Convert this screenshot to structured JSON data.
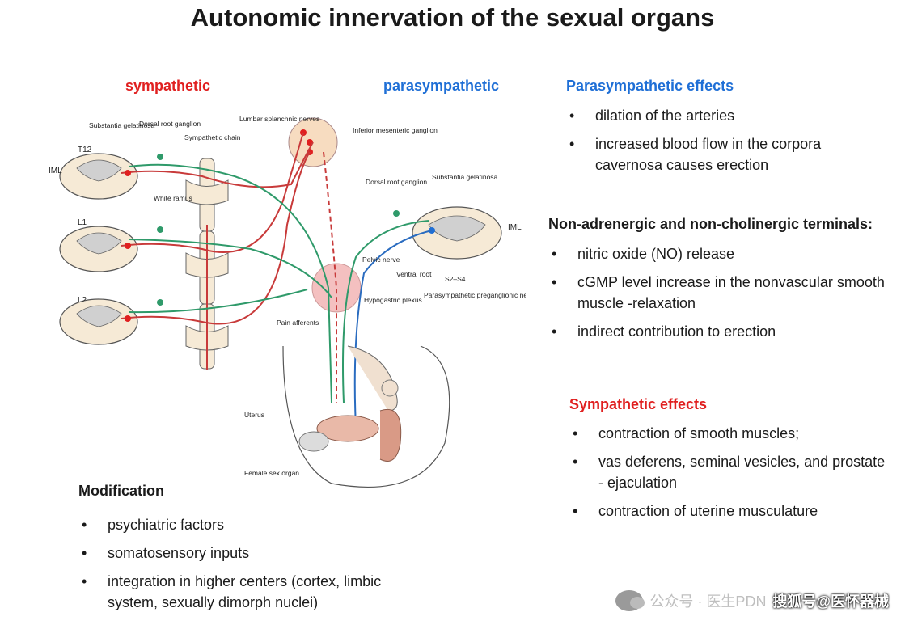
{
  "title": "Autonomic innervation of the sexual organs",
  "labels": {
    "sympathetic": "sympathetic",
    "parasympathetic": "parasympathetic"
  },
  "colors": {
    "sympathetic": "#e02020",
    "parasympathetic": "#1f6fd6",
    "nerve_green": "#2f9a6a",
    "nerve_red": "#c83a3a",
    "nerve_blue": "#2a6cc0"
  },
  "diagram": {
    "substantia_gelatinosa_l": "Substantia gelatinosa",
    "dorsal_root_ganglion_l": "Dorsal root ganglion",
    "sympathetic_chain": "Sympathetic chain",
    "lumbar_splanchnic": "Lumbar splanchnic nerves",
    "inferior_mesenteric": "Inferior mesenteric ganglion",
    "t12": "T12",
    "iml_l": "IML",
    "white_ramus": "White ramus",
    "l1": "L1",
    "l2": "L2",
    "dorsal_root_ganglion_r": "Dorsal root ganglion",
    "substantia_gelatinosa_r": "Substantia gelatinosa",
    "iml_r": "IML",
    "pelvic_nerve": "Pelvic nerve",
    "ventral_root": "Ventral root",
    "s2s4": "S2–S4",
    "parasympathetic_neurons": "Parasympathetic preganglionic neurons",
    "hypogastric_plexus": "Hypogastric plexus",
    "pain_afferents": "Pain afferents",
    "uterus": "Uterus",
    "female_sex_organ": "Female sex organ"
  },
  "parasympathetic_effects": {
    "heading": "Parasympathetic effects",
    "items": [
      "dilation of the arteries",
      "increased blood flow in the corpora cavernosa causes erection"
    ]
  },
  "nanc": {
    "heading": "Non-adrenergic and non-cholinergic terminals:",
    "items": [
      "nitric oxide (NO) release",
      "cGMP level increase in the nonvascular smooth muscle -relaxation",
      "indirect contribution to erection"
    ]
  },
  "sympathetic_effects": {
    "heading": "Sympathetic effects",
    "items": [
      "contraction of smooth muscles;",
      " vas deferens, seminal vesicles, and prostate - ejaculation",
      "contraction of uterine musculature"
    ]
  },
  "modification": {
    "heading": "Modification",
    "items": [
      "psychiatric factors",
      "somatosensory inputs",
      "integration in higher centers (cortex, limbic system, sexually dimorph nuclei)"
    ]
  },
  "watermark": {
    "logo": "wechat-icon",
    "part1": "公众号 · 医生PDN",
    "part2": "搜狐号@医怀器械"
  }
}
